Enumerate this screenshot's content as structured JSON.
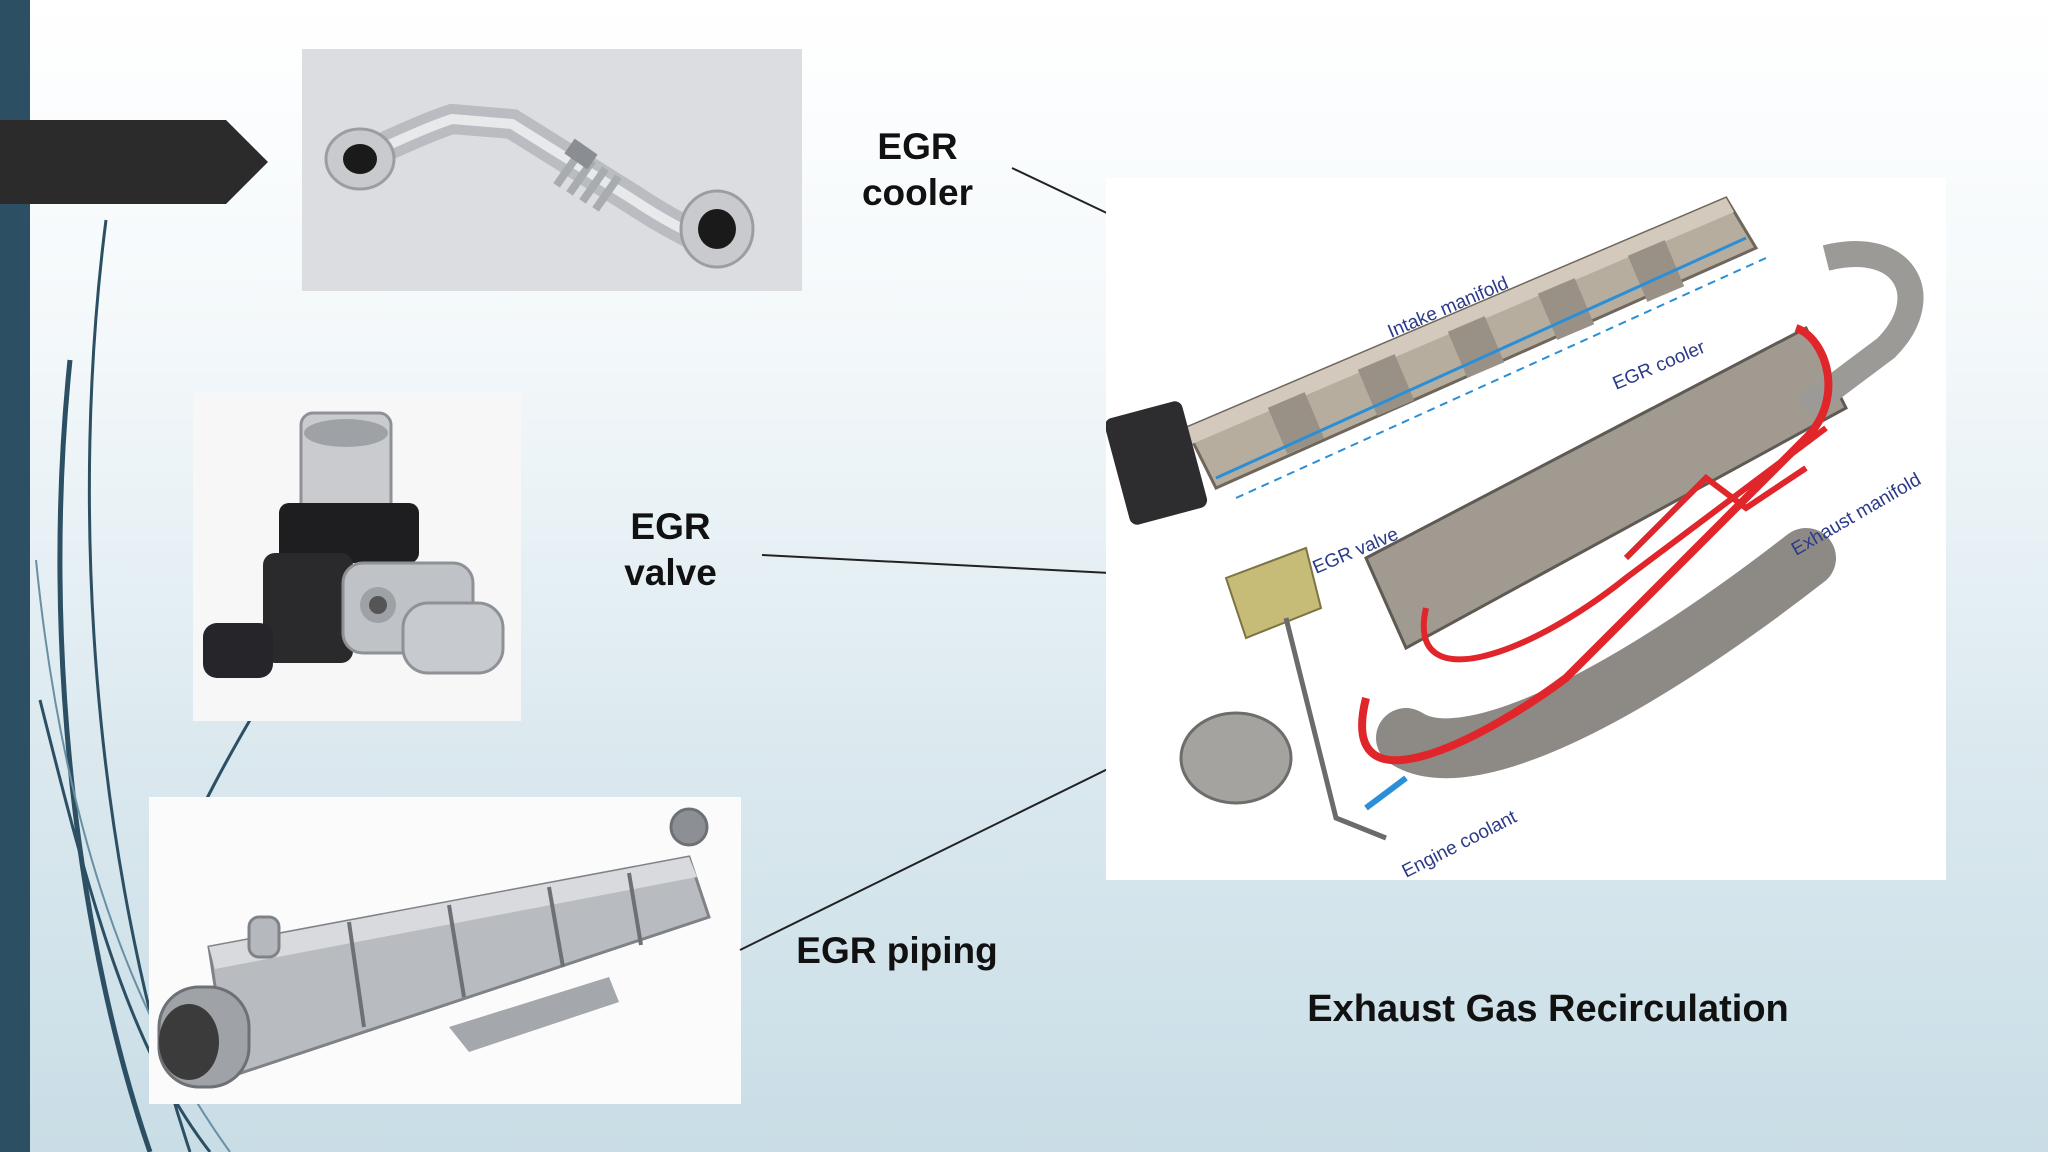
{
  "labels": {
    "egr_cooler_line1": "EGR",
    "egr_cooler_line2": "cooler",
    "egr_valve_line1": "EGR",
    "egr_valve_line2": "valve",
    "egr_piping": "EGR piping"
  },
  "caption": "Exhaust Gas Recirculation",
  "diagram_labels": {
    "intake_manifold": "Intake manifold",
    "egr_cooler": "EGR cooler",
    "egr_valve": "EGR valve",
    "exhaust_manifold": "Exhaust manifold",
    "engine_coolant": "Engine coolant"
  },
  "colors": {
    "sidebar": "#2c4f63",
    "banner": "#2b2b2b",
    "exhaust_flow": "#e0262b",
    "coolant_flow": "#2a8fd6"
  }
}
